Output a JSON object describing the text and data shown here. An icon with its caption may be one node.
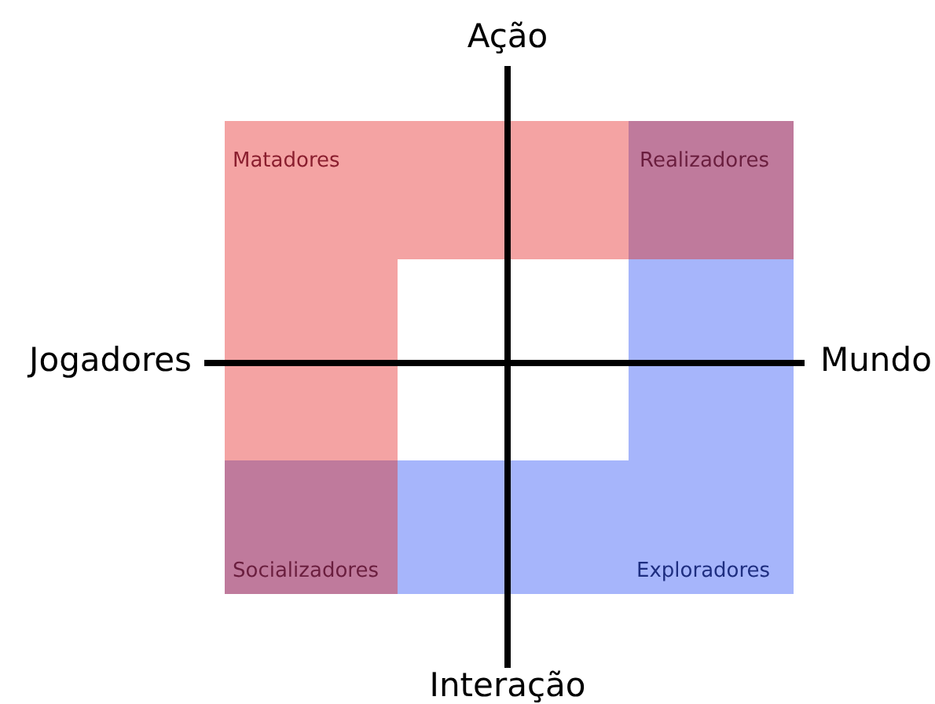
{
  "diagram": {
    "labels": [
      "Ação",
      "Jogadores",
      "Mundo",
      "Matadores",
      "Realizadores",
      "Socializadores",
      "Exploradores",
      "Interação"
    ]
  }
}
